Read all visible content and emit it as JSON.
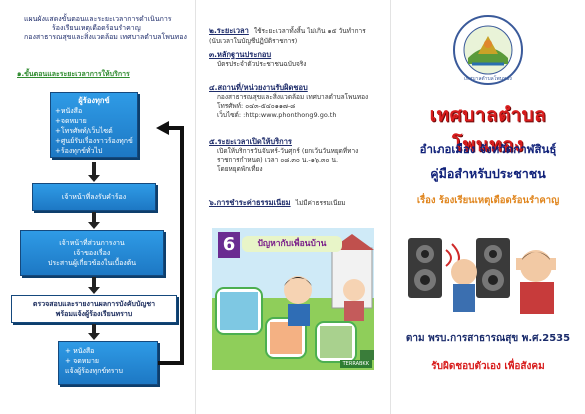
{
  "left": {
    "title_lines": [
      "แผนผังแสดงขั้นตอนและระยะเวลาการดำเนินการ",
      "ร้องเรียนเหตุเดือดร้อนรำคาญ",
      "กองสาธารณสุขและสิ่งแวดล้อม เทศบาลตำบลโพนทอง"
    ],
    "section_heading": "๑.ขั้นตอนและระยะเวลาการให้บริการ",
    "box1": {
      "title": "ผู้ร้องทุกข์",
      "items": [
        "+หนังสือ",
        "+จดหมาย",
        "+โทรศัพท์/เว็บไซต์",
        "+ศูนย์รับเรื่องราวร้องทุกข์",
        "+ร้องทุกข์ทั่วไป"
      ]
    },
    "box2": "เจ้าหน้าที่ลงรับคำร้อง",
    "box3": [
      "เจ้าหน้าที่ส่วนการงาน",
      "เจ้าของเรื่อง",
      "ประสานผู้เกี่ยวข้องในเบื้องต้น"
    ],
    "box4": [
      "ตรวจสอบและรายงานผลการบังคับบัญชา",
      "พร้อมแจ้งผู้ร้องเรียนทราบ"
    ],
    "box5": [
      "+ หนังสือ",
      "+ จดหมาย",
      "แจ้งผู้ร้องทุกข์ทราบ"
    ]
  },
  "middle": {
    "s2_heading": "๒.ระยะเวลา",
    "s2_text": [
      "ใช้ระยะเวลาทั้งสิ้น ไม่เกิน ๑๕ วันทำการ",
      "(นับเวลาในบัญชีปฏิบัติราชการ)"
    ],
    "s3_heading": "๓.หลักฐานประกอบ",
    "s3_text": "บัตรประจำตัวประชาชนฉบับจริง",
    "s4_heading": "๔.สถานที่/หน่วยงานรับผิดชอบ",
    "s4_text": [
      "กองสาธารณสุขและสิ่งแวดล้อม เทศบาลตำบลโพนทอง",
      "โทรศัพท์: ๐๔๓-๕๔๐๑๑๗-๘",
      "เว็บไซต์: :http:www.phonthong9.go.th"
    ],
    "s5_heading": "๕.ระยะเวลาเปิดให้บริการ",
    "s5_text": [
      "เปิดให้บริการวันจันทร์-วันศุกร์ (ยกเว้นวันหยุดที่ทาง",
      "ราชการกำหนด) เวลา ๐๘.๓๐ น.-๑๖.๓๐ น.",
      "โดยหยุดพักเที่ยง"
    ],
    "s6_heading": "๖.การชำระค่าธรรมเนียม",
    "s6_text": "ไม่มีค่าธรรมเนียม",
    "photo_number": "6",
    "photo_caption": "ปัญหากับเพื่อนบ้าน",
    "photo_brand": "TERRABKK"
  },
  "right": {
    "logo_text": "เทศบาลตำบลโพนทอง",
    "title": "เทศบาลตำบลโพนทอง",
    "subtitle1": "อำเภอเมือง จังหวัดกาฬสินธุ์",
    "subtitle2": "คู่มือสำหรับประชาชน",
    "subtitle3": "เรื่อง ร้องเรียนเหตุเดือดร้อนรำคาญ",
    "footer1": "ตาม พรบ.การสาธารณสุข พ.ศ.2535",
    "footer2": "รับผิดชอบตัวเอง เพื่อสังคม"
  }
}
